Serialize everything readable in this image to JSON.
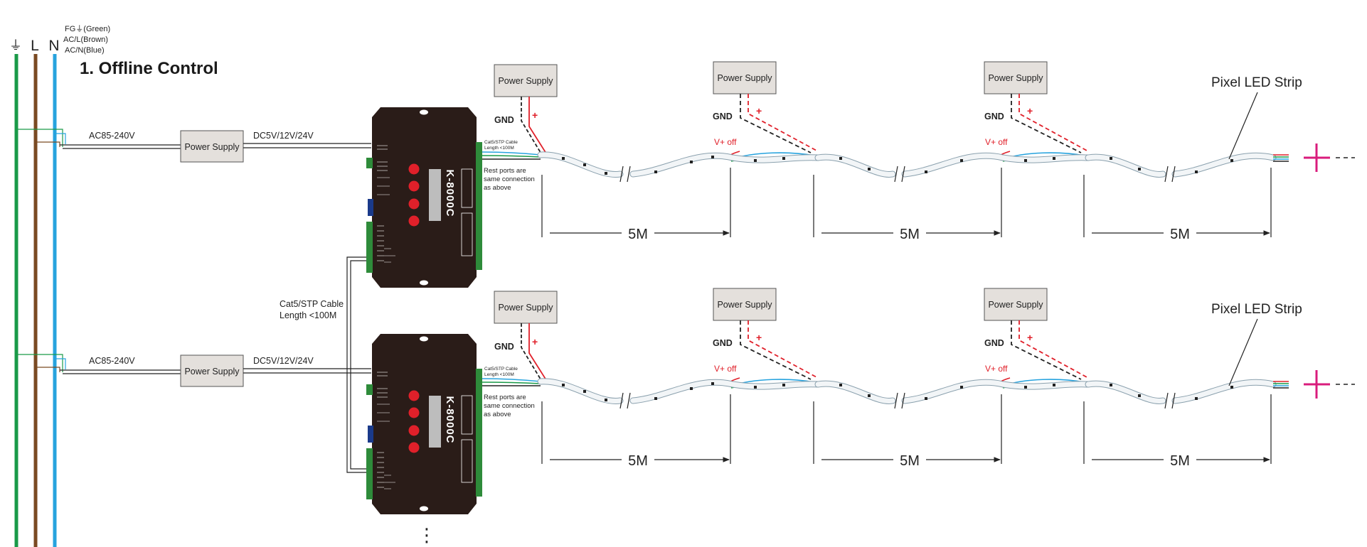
{
  "legend": {
    "symbols": {
      "earth": "⏚",
      "line": "L",
      "neutral": "N"
    },
    "fg": "FG⏚(Green)",
    "ac_l": "AC/L(Brown)",
    "ac_n": "AC/N(Blue)"
  },
  "title": "1. Offline Control",
  "colors": {
    "earth": "#1a9a48",
    "line": "#7a4a22",
    "neutral": "#27a3de",
    "positive": "#e0202a",
    "pink": "#d91c7c",
    "controller": "#2a1c18"
  },
  "rows": [
    {
      "ac_label": "AC85-240V",
      "psu_label": "Power Supply",
      "dc_label": "DC5V/12V/24V",
      "controller_model": "K-8000C",
      "cable_label": [
        "Cat5/STP Cable",
        "Length <100M"
      ],
      "rest_ports": [
        "Rest ports are",
        "same connection",
        "as above"
      ],
      "strip_psus": [
        "Power Supply",
        "Power Supply",
        "Power Supply"
      ],
      "gnd": "GND",
      "plus": "+",
      "v_off": "V+  off",
      "segments": [
        "5M",
        "5M",
        "5M"
      ],
      "strip_label": "Pixel LED Strip"
    },
    {
      "ac_label": "AC85-240V",
      "psu_label": "Power Supply",
      "dc_label": "DC5V/12V/24V",
      "controller_model": "K-8000C",
      "cable_label": [
        "Cat5/STP Cable",
        "Length <100M"
      ],
      "rest_ports": [
        "Rest ports are",
        "same connection",
        "as above"
      ],
      "strip_psus": [
        "Power Supply",
        "Power Supply",
        "Power Supply"
      ],
      "gnd": "GND",
      "plus": "+",
      "v_off": "V+  off",
      "segments": [
        "5M",
        "5M",
        "5M"
      ],
      "strip_label": "Pixel LED Strip"
    }
  ],
  "link_cable": {
    "line1": "Cat5/STP Cable",
    "line2": "Length <100M"
  },
  "more": "⋮"
}
